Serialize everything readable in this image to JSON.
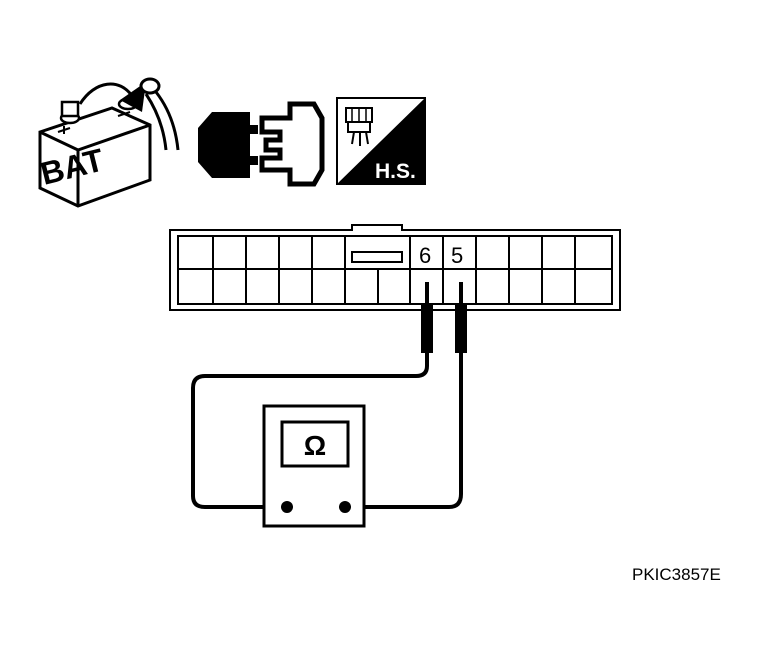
{
  "icons": {
    "battery": {
      "name": "battery-disconnect-icon",
      "label": "BAT"
    },
    "connector_disconnect": {
      "name": "connector-disconnect-icon"
    },
    "harness_side": {
      "name": "harness-side-icon",
      "label": "H.S."
    }
  },
  "connector": {
    "terminals": [
      {
        "number": "6"
      },
      {
        "number": "5"
      }
    ]
  },
  "meter": {
    "symbol": "Ω"
  },
  "figure_code": "PKIC3857E",
  "colors": {
    "ink": "#000000",
    "background": "#ffffff"
  }
}
